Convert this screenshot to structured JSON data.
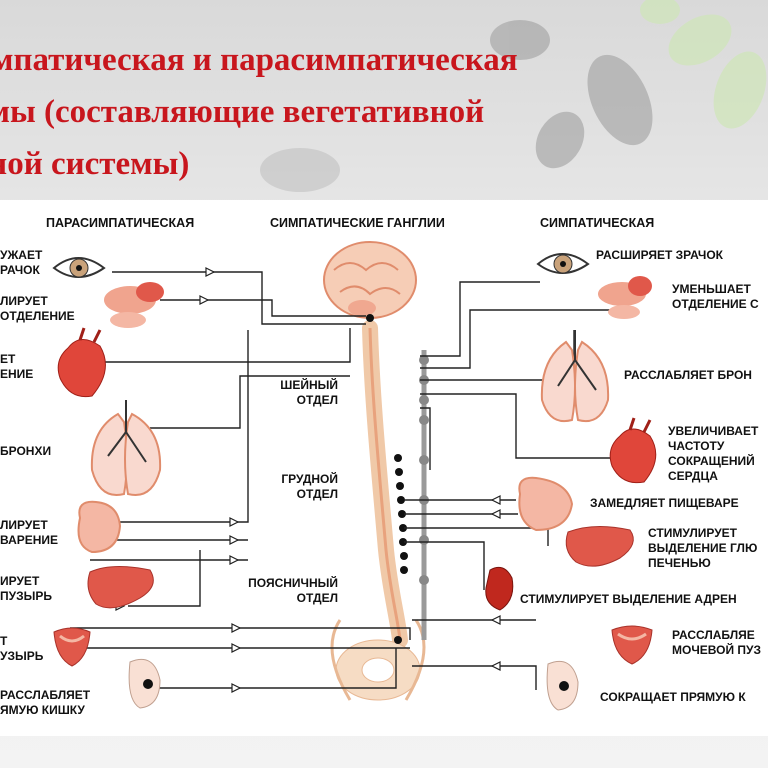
{
  "title": {
    "line1": "импатическая и парасимпатическая",
    "line2": "стемы (составляющие вегетативной",
    "line3": "рвной системы)"
  },
  "headers": {
    "parasympathetic": "ПАРАСИМПАТИЧЕСКАЯ",
    "ganglia": "СИМПАТИЧЕСКИЕ ГАНГЛИИ",
    "sympathetic": "СИМПАТИЧЕСКАЯ"
  },
  "sections": {
    "cervical": [
      "ШЕЙНЫЙ",
      "ОТДЕЛ"
    ],
    "thoracic": [
      "ГРУДНОЙ",
      "ОТДЕЛ"
    ],
    "lumbar": [
      "ПОЯСНИЧНЫЙ",
      "ОТДЕЛ"
    ]
  },
  "left_labels": {
    "pupil": [
      "УЖАЕТ",
      "РАЧОК"
    ],
    "salivation": [
      "ЛИРУЕТ",
      "ОТДЕЛЕНИЕ"
    ],
    "heart": [
      "ЕТ",
      "ЕНИЕ"
    ],
    "bronchi": [
      "БРОНХИ"
    ],
    "digestion": [
      "ЛИРУЕТ",
      "ВАРЕНИЕ"
    ],
    "gallbladder": [
      "ИРУЕТ",
      "ПУЗЫРЬ"
    ],
    "bladder": [
      "Т",
      "УЗЫРЬ"
    ],
    "rectum": [
      "РАССЛАБЛЯЕТ",
      "ЯМУЮ КИШКУ"
    ]
  },
  "right_labels": {
    "pupil": [
      "РАСШИРЯЕТ ЗРАЧОК"
    ],
    "salivation": [
      "УМЕНЬШАЕТ",
      "ОТДЕЛЕНИЕ С"
    ],
    "bronchi": [
      "РАССЛАБЛЯЕТ БРОН"
    ],
    "heart": [
      "УВЕЛИЧИВАЕТ",
      "ЧАСТОТУ",
      "СОКРАЩЕНИЙ",
      "СЕРДЦА"
    ],
    "digestion": [
      "ЗАМЕДЛЯЕТ ПИЩЕВАРЕ"
    ],
    "glucose": [
      "СТИМУЛИРУЕТ",
      "ВЫДЕЛЕНИЕ ГЛЮ",
      "ПЕЧЕНЬЮ"
    ],
    "adrenaline": [
      "СТИМУЛИРУЕТ ВЫДЕЛЕНИЕ АДРЕН"
    ],
    "bladder": [
      "РАССЛАБЛЯЕ",
      "МОЧЕВОЙ ПУЗ"
    ],
    "rectum": [
      "СОКРАЩАЕТ ПРЯМУЮ К"
    ]
  },
  "colors": {
    "title": "#c8161d",
    "organ": "#e0463a",
    "organ_light": "#f4b7a4",
    "spine": "#f0c9a8",
    "nerve": "#222222"
  }
}
